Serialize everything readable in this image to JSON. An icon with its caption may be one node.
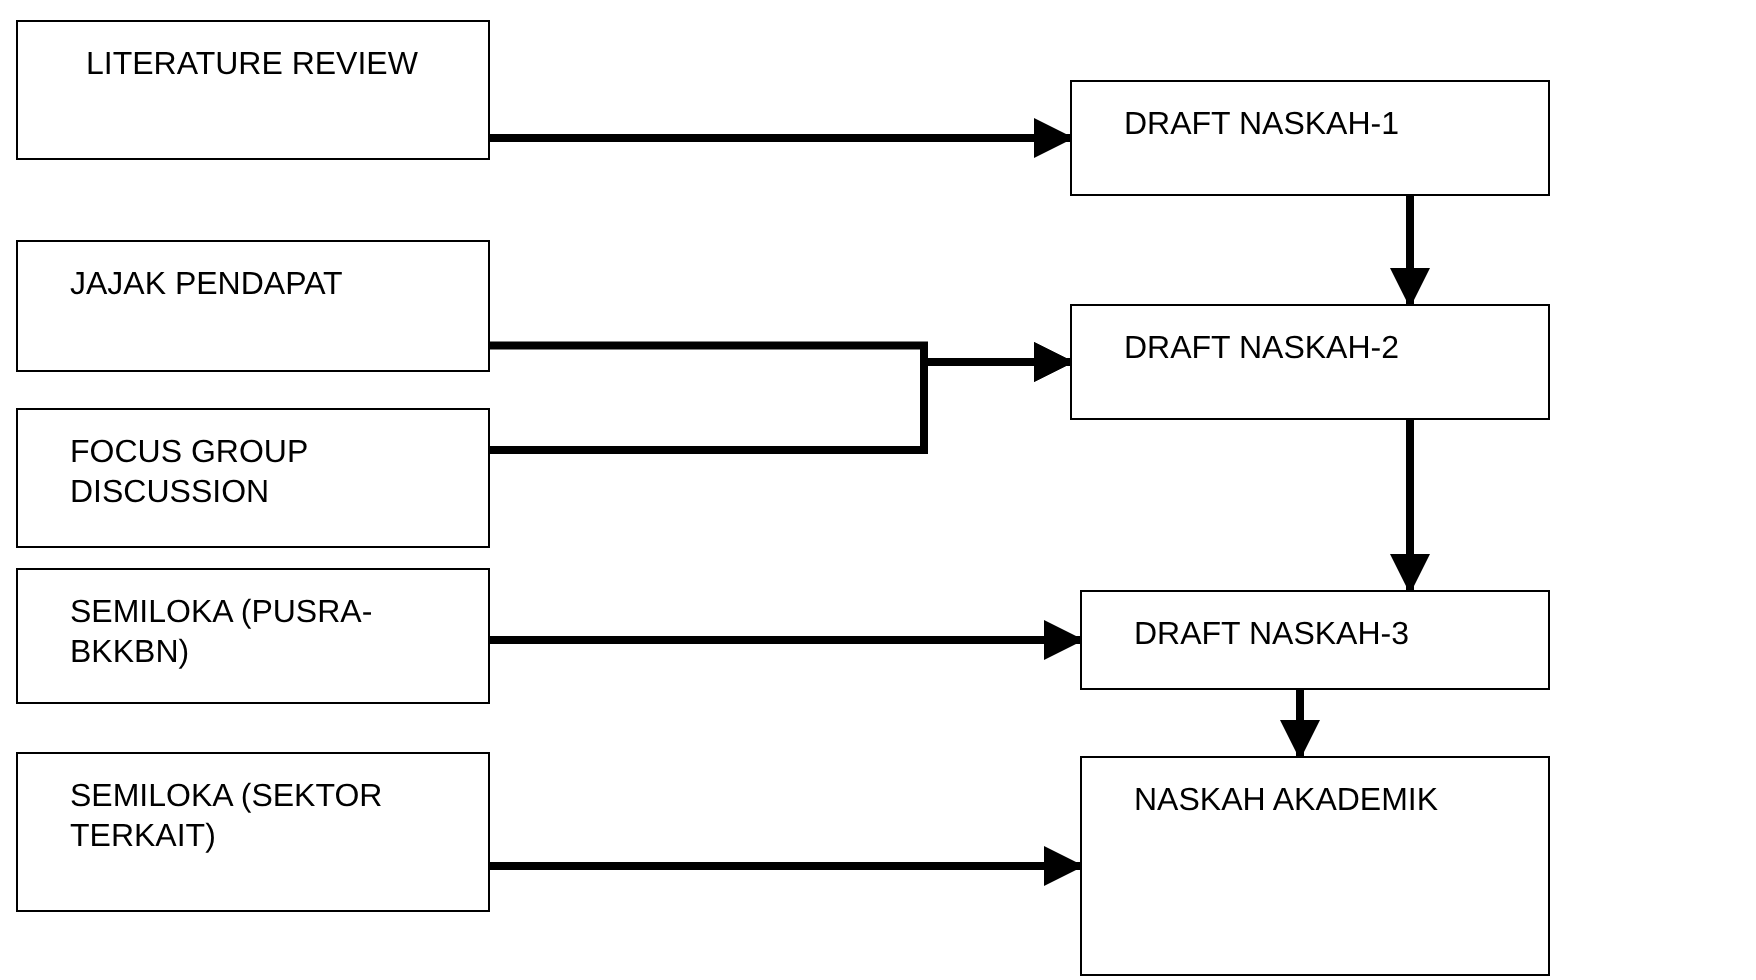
{
  "diagram": {
    "nodes": [
      {
        "text": [
          "LITERATURE REVIEW"
        ]
      },
      {
        "text": [
          "DRAFT NASKAH-1"
        ]
      },
      {
        "text": [
          "JAJAK PENDAPAT"
        ]
      },
      {
        "text": [
          "DRAFT NASKAH-2"
        ]
      },
      {
        "text": [
          "FOCUS GROUP DISCUSSION"
        ]
      },
      {
        "text": [
          "SEMILOKA (PUSRA-BKKBN)"
        ]
      },
      {
        "text": [
          "DRAFT NASKAH-3"
        ]
      },
      {
        "text": [
          "SEMILOKA (SEKTOR TERKAIT)"
        ]
      },
      {
        "text": [
          "NASKAH AKADEMIK"
        ]
      }
    ],
    "edges": [
      {
        "from": 0,
        "to": 1,
        "arrow": "to"
      },
      {
        "from": 1,
        "to": 3,
        "arrow": "to"
      },
      {
        "from": 2,
        "to": 3,
        "arrow": "to"
      },
      {
        "from": 4,
        "to": 3,
        "arrow": "to"
      },
      {
        "from": 3,
        "to": 6,
        "arrow": "to"
      },
      {
        "from": 5,
        "to": 6,
        "arrow": "to"
      },
      {
        "from": 6,
        "to": 8,
        "arrow": "to"
      },
      {
        "from": 7,
        "to": 8,
        "arrow": "to"
      }
    ]
  }
}
